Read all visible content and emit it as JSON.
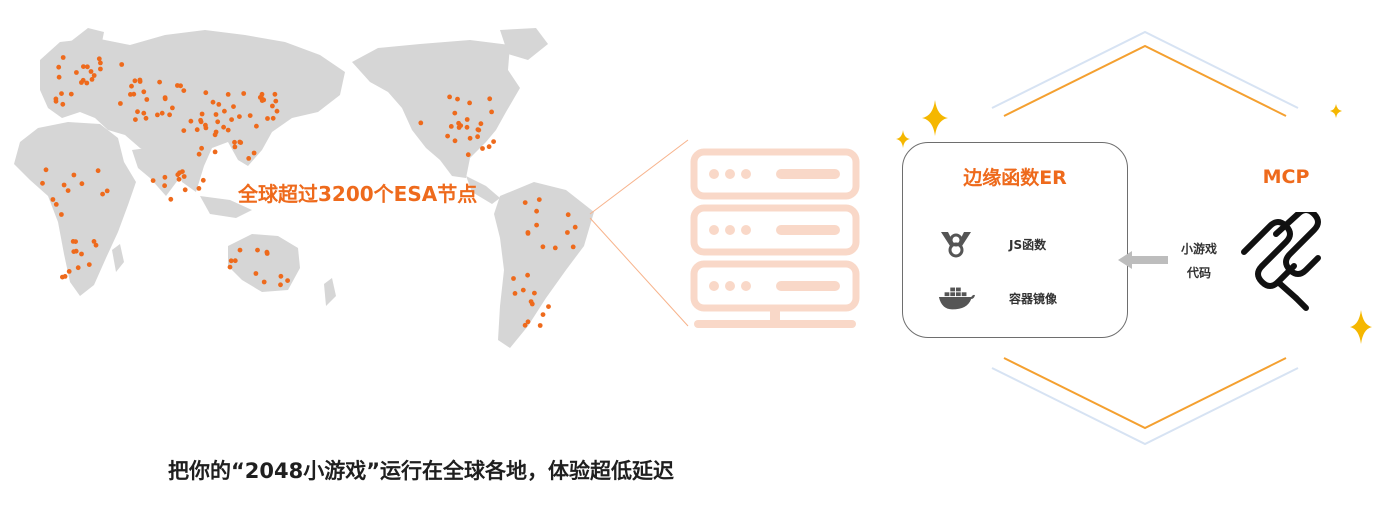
{
  "map": {
    "headline": "全球超过3200个ESA节点"
  },
  "edge_function": {
    "title": "边缘函数ER",
    "items": [
      {
        "label": "JS函数",
        "icon": "v8-engine-icon"
      },
      {
        "label": "容器镜像",
        "icon": "docker-whale-icon"
      }
    ]
  },
  "transfer_label": {
    "line1": "小游戏",
    "line2": "代码"
  },
  "mcp": {
    "title": "MCP",
    "icon": "mcp-logo-icon"
  },
  "caption": "把你的“2048小游戏”运行在全球各地，体验超低延迟",
  "colors": {
    "accent": "#ee6a1c",
    "map_land": "#d6d6d6",
    "node_dot": "#ee6a1c",
    "server": "#f9d8c8",
    "star": "#f5b700",
    "hex_outer": "#c9d9ef",
    "hex_inner": "#f4a030"
  }
}
